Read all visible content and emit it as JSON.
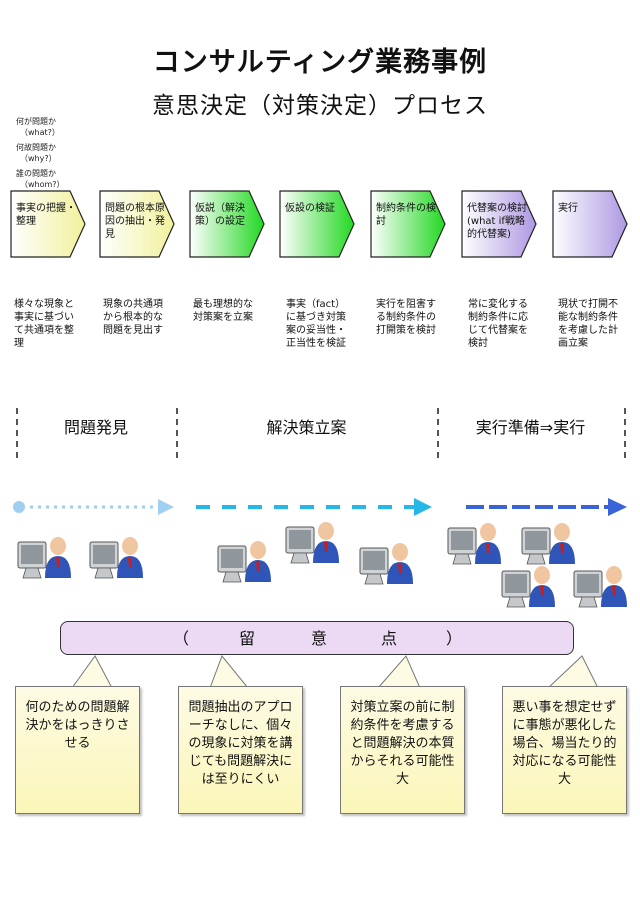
{
  "title": "コンサルティング業務事例",
  "subtitle": "意思決定（対策決定）プロセス",
  "questions": [
    "何が問題か",
    "（what?）",
    "何故問題か",
    "（why?）",
    "誰の問題か",
    "（whom?）"
  ],
  "steps": [
    {
      "label": "事実の把握・整理",
      "desc": "様々な現象と事実に基づいて共通項を整理"
    },
    {
      "label": "問題の根本原因の抽出・発見",
      "desc": "現象の共通項から根本的な問題を見出す"
    },
    {
      "label": "仮説（解決策）の設定",
      "desc": "最も理想的な対策案を立案"
    },
    {
      "label": "仮設の検証",
      "desc": "事実（fact）に基づき対策案の妥当性・正当性を検証"
    },
    {
      "label": "制約条件の検討",
      "desc": "実行を阻害する制約条件の打開策を検討"
    },
    {
      "label": "代替案の検討(what if戦略的代替案)",
      "desc": "常に変化する制約条件に応じて代替案を検討"
    },
    {
      "label": "実行",
      "desc": "現状で打開不能な制約条件を考慮した計画立案"
    }
  ],
  "phases": [
    {
      "label": "問題発見"
    },
    {
      "label": "解決策立案"
    },
    {
      "label": "実行準備⇒実行"
    }
  ],
  "colors": {
    "yellow": "#f3f3a6",
    "green": "#2fdc2f",
    "purple": "#b9a6e6",
    "dotted_arrow": "#9fd0ef",
    "dashed_arrow": "#25b8e6",
    "solid_arrow": "#3a63d8",
    "note_bg": "#fbf6b8",
    "ryuui_bg": "#ecd9f4"
  },
  "ryuui": {
    "open": "（",
    "c1": "留",
    "c2": "意",
    "c3": "点",
    "close": "）"
  },
  "notes": [
    {
      "text": "何のための問題解決かをはっきりさせる"
    },
    {
      "text": "問題抽出のアプローチなしに、個々の現象に対策を講じても問題解決には至りにくい"
    },
    {
      "text": "対策立案の前に制約条件を考慮すると問題解決の本質からそれる可能性大"
    },
    {
      "text": "悪い事を想定せずに事態が悪化した場合、場当たり的対応になる可能性大"
    }
  ]
}
